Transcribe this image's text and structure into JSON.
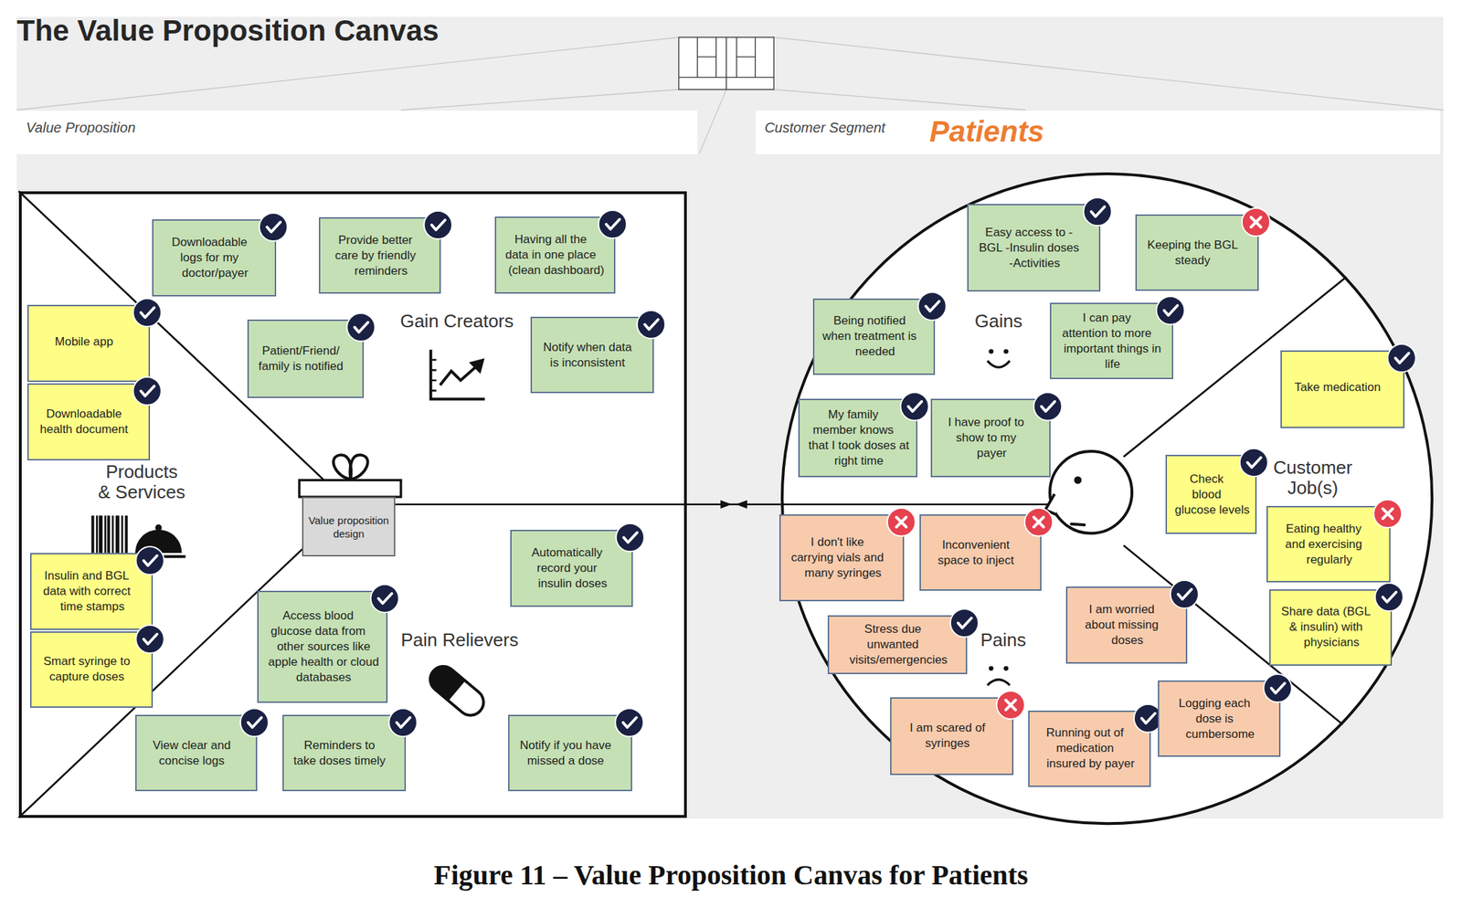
{
  "diagram": {
    "title": "The Value Proposition Canvas",
    "caption": "Figure 11 – Value Proposition Canvas for Patients",
    "nodes": [
      {
        "text": [
          "Value Proposition"
        ]
      },
      {
        "text": [
          "Customer Segment",
          "Patients"
        ]
      },
      {
        "text": [
          "Gain Creators",
          "Products & Services",
          "Pain Relievers"
        ]
      },
      {
        "text": [
          "Downloadable logs for my doctor/payer"
        ],
        "in": 2
      },
      {
        "text": [
          "Provide better care by friendly reminders"
        ],
        "in": 2
      },
      {
        "text": [
          "Having all the data in one place (clean dashboard)"
        ],
        "in": 2
      },
      {
        "text": [
          "Patient/Friend/ family is notified"
        ],
        "in": 2
      },
      {
        "text": [
          "Notify when data is inconsistent"
        ],
        "in": 2
      },
      {
        "text": [
          "Mobile app"
        ],
        "in": 2
      },
      {
        "text": [
          "Downloadable health document"
        ],
        "in": 2
      },
      {
        "text": [
          "Insulin and BGL data with correct time stamps"
        ],
        "in": 2
      },
      {
        "text": [
          "Smart syringe to capture doses"
        ],
        "in": 2
      },
      {
        "text": [
          "Value proposition design"
        ],
        "in": 2
      },
      {
        "text": [
          "Automatically record your insulin doses"
        ],
        "in": 2
      },
      {
        "text": [
          "Access blood glucose data from other sources like apple health or cloud databases"
        ],
        "in": 2
      },
      {
        "text": [
          "View clear and concise logs"
        ],
        "in": 2
      },
      {
        "text": [
          "Reminders to take doses timely"
        ],
        "in": 2
      },
      {
        "text": [
          "Notify if you have missed a dose"
        ],
        "in": 2
      },
      {
        "text": [
          "Gains",
          "Customer Job(s)",
          "Pains"
        ]
      },
      {
        "text": [
          "Easy access to -BGL -Insulin doses -Activities"
        ],
        "in": 18
      },
      {
        "text": [
          "Keeping the BGL steady"
        ],
        "in": 18
      },
      {
        "text": [
          "Being notified when treatment is needed"
        ],
        "in": 18
      },
      {
        "text": [
          "I can pay attention to more important things in life"
        ],
        "in": 18
      },
      {
        "text": [
          "My family member knows that I took doses at right time"
        ],
        "in": 18
      },
      {
        "text": [
          "I have proof to show to my payer"
        ],
        "in": 18
      },
      {
        "text": [
          "Take medication"
        ],
        "in": 18
      },
      {
        "text": [
          "Check blood glucose levels"
        ],
        "in": 18
      },
      {
        "text": [
          "Eating healthy and exercising regularly"
        ],
        "in": 18
      },
      {
        "text": [
          "Share data (BGL & insulin) with physicians"
        ],
        "in": 18
      },
      {
        "text": [
          "I don't like carrying vials and many syringes"
        ],
        "in": 18
      },
      {
        "text": [
          "Inconvenient space to inject"
        ],
        "in": 18
      },
      {
        "text": [
          "I am worried about missing doses"
        ],
        "in": 18
      },
      {
        "text": [
          "Stress due unwanted visits/emergencies"
        ],
        "in": 18
      },
      {
        "text": [
          "I am scared of syringes"
        ],
        "in": 18
      },
      {
        "text": [
          "Running out of medication insured by payer"
        ],
        "in": 18
      },
      {
        "text": [
          "Logging each dose is cumbersome"
        ],
        "in": 18
      }
    ],
    "edges": [
      {
        "from": 12,
        "to": 18,
        "arrow": "both"
      }
    ]
  }
}
